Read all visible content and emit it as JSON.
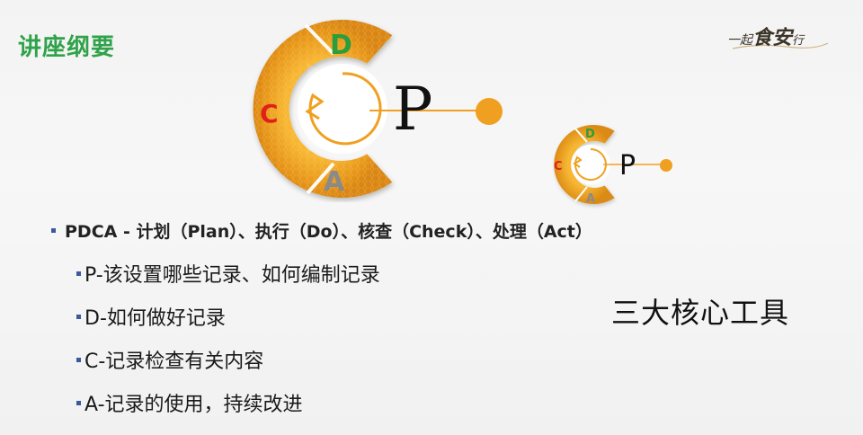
{
  "title": "讲座纲要",
  "logo": {
    "part1": "一起",
    "part2": "食",
    "part3": "安",
    "part4": "行"
  },
  "pdca_big": {
    "d": "D",
    "c": "C",
    "a": "A",
    "p": "P"
  },
  "pdca_small": {
    "d": "D",
    "c": "C",
    "a": "A",
    "p": "P"
  },
  "colors": {
    "title": "#2fa24a",
    "d_letter": "#2a9d3c",
    "c_letter": "#e0201b",
    "a_letter": "#8a8a8a",
    "ring": "#f0a020",
    "bullet": "#3b5a9b"
  },
  "bullets": {
    "main": "PDCA - 计划（Plan）、执行（Do）、核查（Check）、处理（Act）",
    "subs": [
      "P-该设置哪些记录、如何编制记录",
      "D-如何做好记录",
      "C-记录检查有关内容",
      "A-记录的使用，持续改进"
    ]
  },
  "core_tools": "三大核心工具"
}
